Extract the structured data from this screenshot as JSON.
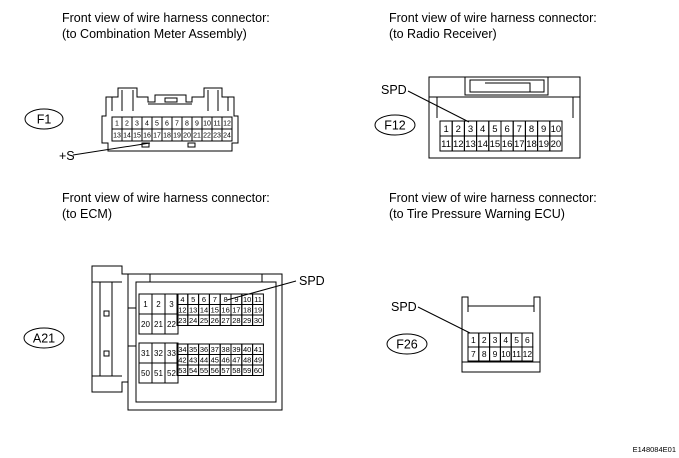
{
  "connectors": {
    "f1": {
      "caption": [
        "Front view of wire harness connector:",
        "(to Combination Meter Assembly)"
      ],
      "code": "F1",
      "pin_label": "+S",
      "rows": [
        [
          "1",
          "2",
          "3",
          "4",
          "5",
          "6",
          "7",
          "8",
          "9",
          "10",
          "11",
          "12"
        ],
        [
          "13",
          "14",
          "15",
          "16",
          "17",
          "18",
          "19",
          "20",
          "21",
          "22",
          "23",
          "24"
        ]
      ]
    },
    "f12": {
      "caption": [
        "Front view of wire harness connector:",
        "(to Radio Receiver)"
      ],
      "code": "F12",
      "pin_label": "SPD",
      "rows": [
        [
          "1",
          "2",
          "3",
          "4",
          "5",
          "6",
          "7",
          "8",
          "9",
          "10"
        ],
        [
          "11",
          "12",
          "13",
          "14",
          "15",
          "16",
          "17",
          "18",
          "19",
          "20"
        ]
      ]
    },
    "a21": {
      "caption": [
        "Front view of wire harness connector:",
        "(to ECM)"
      ],
      "code": "A21",
      "pin_label": "SPD",
      "blocks": [
        {
          "rows": [
            [
              "1",
              "2",
              "3"
            ],
            [
              "20",
              "21",
              "22"
            ]
          ]
        },
        {
          "rows": [
            [
              "4",
              "5",
              "6",
              "7",
              "8",
              "9",
              "10",
              "11"
            ],
            [
              "12",
              "13",
              "14",
              "15",
              "16",
              "17",
              "18",
              "19"
            ],
            [
              "23",
              "24",
              "25",
              "26",
              "27",
              "28",
              "29",
              "30"
            ]
          ]
        },
        {
          "rows": [
            [
              "31",
              "32",
              "33"
            ],
            [
              "50",
              "51",
              "52"
            ]
          ]
        },
        {
          "rows": [
            [
              "34",
              "35",
              "36",
              "37",
              "38",
              "39",
              "40",
              "41"
            ],
            [
              "42",
              "43",
              "44",
              "45",
              "46",
              "47",
              "48",
              "49"
            ],
            [
              "53",
              "54",
              "55",
              "56",
              "57",
              "58",
              "59",
              "60"
            ]
          ]
        }
      ]
    },
    "f26": {
      "caption": [
        "Front view of wire harness connector:",
        "(to Tire Pressure Warning ECU)"
      ],
      "code": "F26",
      "pin_label": "SPD",
      "rows": [
        [
          "1",
          "2",
          "3",
          "4",
          "5",
          "6"
        ],
        [
          "7",
          "8",
          "9",
          "10",
          "11",
          "12"
        ]
      ]
    }
  },
  "figure_id": "E148084E01"
}
